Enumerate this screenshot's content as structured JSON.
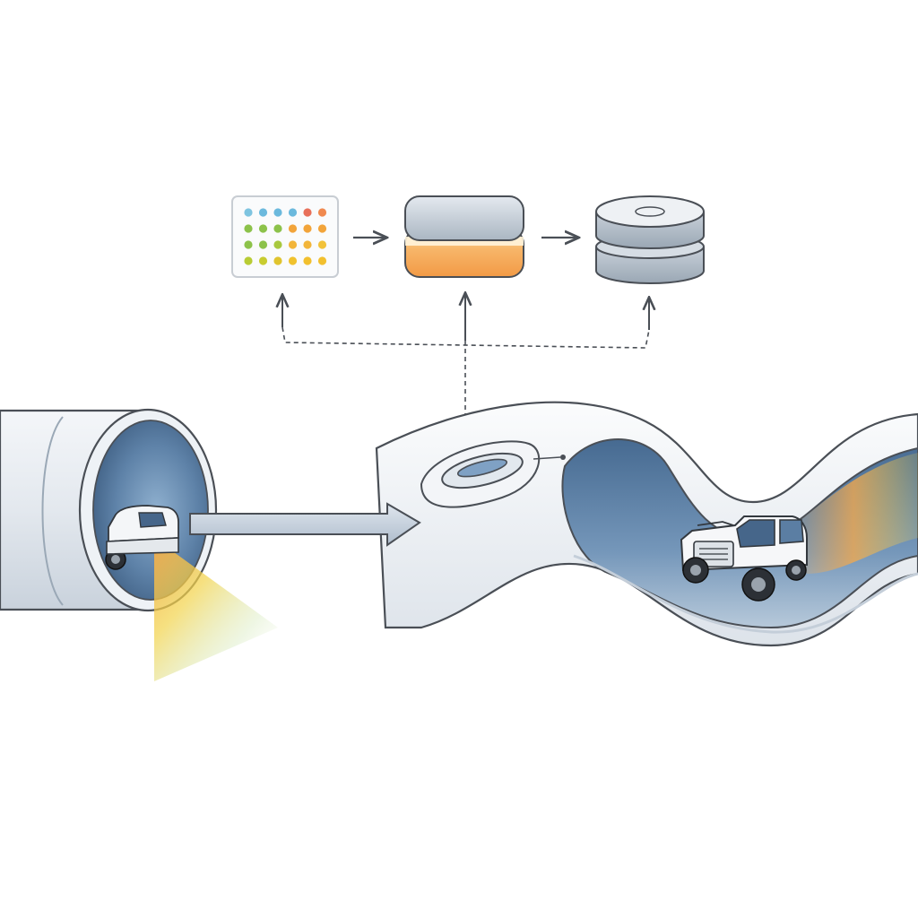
{
  "diagram": {
    "nodes": [
      {
        "id": "sensor-grid",
        "icon": "dot-grid-icon"
      },
      {
        "id": "processing-block",
        "icon": "stacked-block-icon"
      },
      {
        "id": "storage-disk",
        "icon": "database-disk-icon"
      }
    ],
    "edges": [
      {
        "from": "sensor-grid",
        "to": "processing-block",
        "style": "solid"
      },
      {
        "from": "processing-block",
        "to": "storage-disk",
        "style": "solid"
      },
      {
        "from": "tunnel-sensor",
        "to": "processing-block",
        "style": "dashed"
      },
      {
        "from": "tunnel-sensor",
        "to": "sensor-grid",
        "style": "dashed"
      },
      {
        "from": "tunnel-sensor",
        "to": "storage-disk",
        "style": "dashed"
      }
    ],
    "dot_rows": [
      [
        "#7ec4e0",
        "#6bb9dd",
        "#6bb9dd",
        "#6bb9dd",
        "#e8705a",
        "#f0894f"
      ],
      [
        "#8cc24a",
        "#8cc24a",
        "#8cc24a",
        "#f2a43a",
        "#f2a43a",
        "#f2a43a"
      ],
      [
        "#8cc24a",
        "#8cc24a",
        "#a8c83e",
        "#f2b53a",
        "#f2b53a",
        "#f2c23a"
      ],
      [
        "#b8cc34",
        "#c8cc30",
        "#e0c42e",
        "#f0c22e",
        "#f2c02e",
        "#f2c02e"
      ]
    ],
    "colors": {
      "outline": "#4a4f56",
      "tube_outer": "#e9edf2",
      "tube_inner": "#5b7ea3",
      "accent_orange": "#f5a94b",
      "accent_yellow": "#f2d34a",
      "block_gray": "#b9c3cd"
    },
    "vehicles": [
      {
        "id": "vehicle-left",
        "icon": "suv-icon"
      },
      {
        "id": "vehicle-right",
        "icon": "suv-icon"
      }
    ]
  }
}
